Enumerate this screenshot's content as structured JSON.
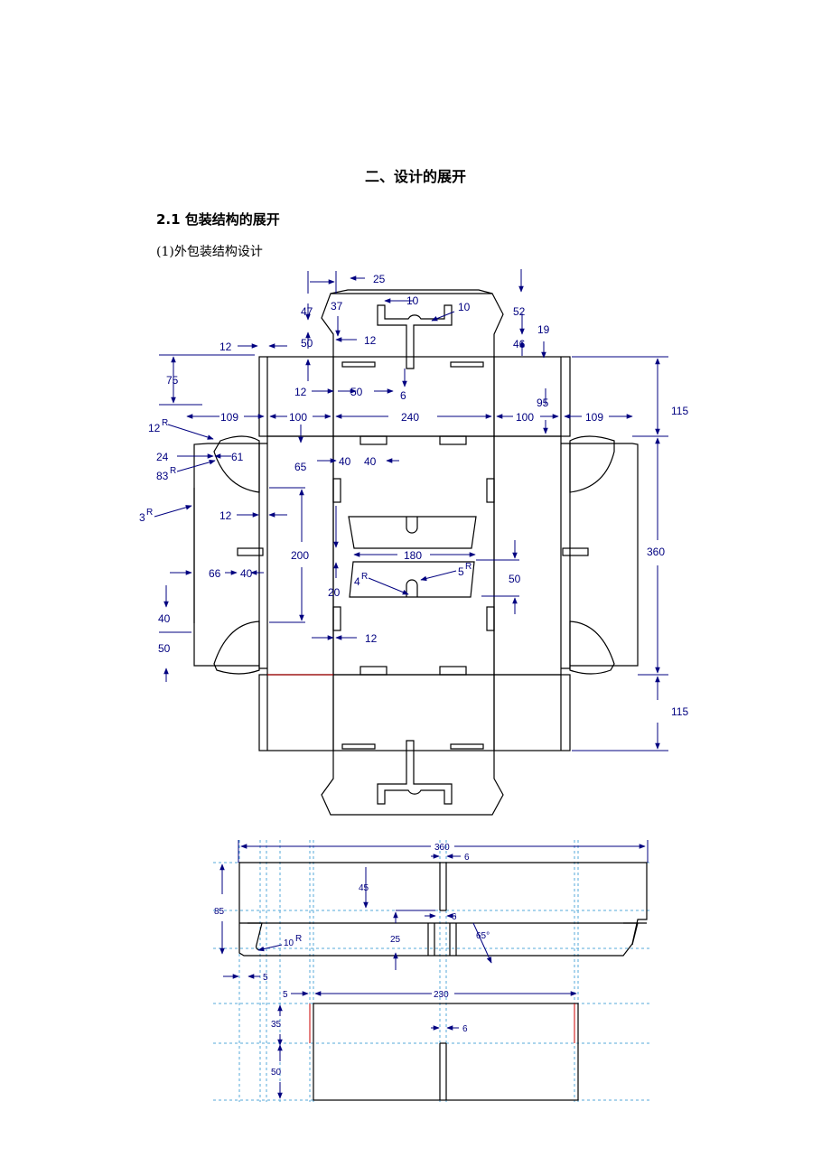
{
  "heading": "二、设计的展开",
  "section": "2.1 包装结构的展开",
  "subsection": "(1)外包装结构设计",
  "diagram1": {
    "dims": {
      "d25": "25",
      "d10a": "10",
      "d10b": "10",
      "d47": "47",
      "d37": "37",
      "d52": "52",
      "d50a": "50",
      "d12a": "12",
      "d46": "46",
      "d19": "19",
      "d12b": "12",
      "d75": "75",
      "d12c": "12",
      "d50b": "50",
      "d6": "6",
      "d95": "95",
      "d115a": "115",
      "d109a": "109",
      "d100a": "100",
      "d240": "240",
      "d100b": "100",
      "d109b": "109",
      "d12r": "12",
      "d24": "24",
      "d61": "61",
      "d83r": "83",
      "d65": "65",
      "d40a": "40",
      "d40b": "40",
      "d3r": "3",
      "d12d": "12",
      "d200": "200",
      "d180": "180",
      "d360": "360",
      "d66": "66",
      "d40c": "40",
      "d4r": "4",
      "d5r": "5",
      "d50c": "50",
      "d20": "20",
      "d40d": "40",
      "d50d": "50",
      "d12e": "12",
      "d115b": "115"
    },
    "radius_mark": "R"
  },
  "diagram2": {
    "dims": {
      "d360": "360",
      "d6a": "6",
      "d85": "85",
      "d45": "45",
      "d6b": "6",
      "d25": "25",
      "d65deg": "65°",
      "d10r": "10",
      "d5a": "5",
      "d5b": "5",
      "d230": "230",
      "d35": "35",
      "d6c": "6",
      "d50": "50"
    },
    "radius_mark": "R"
  }
}
